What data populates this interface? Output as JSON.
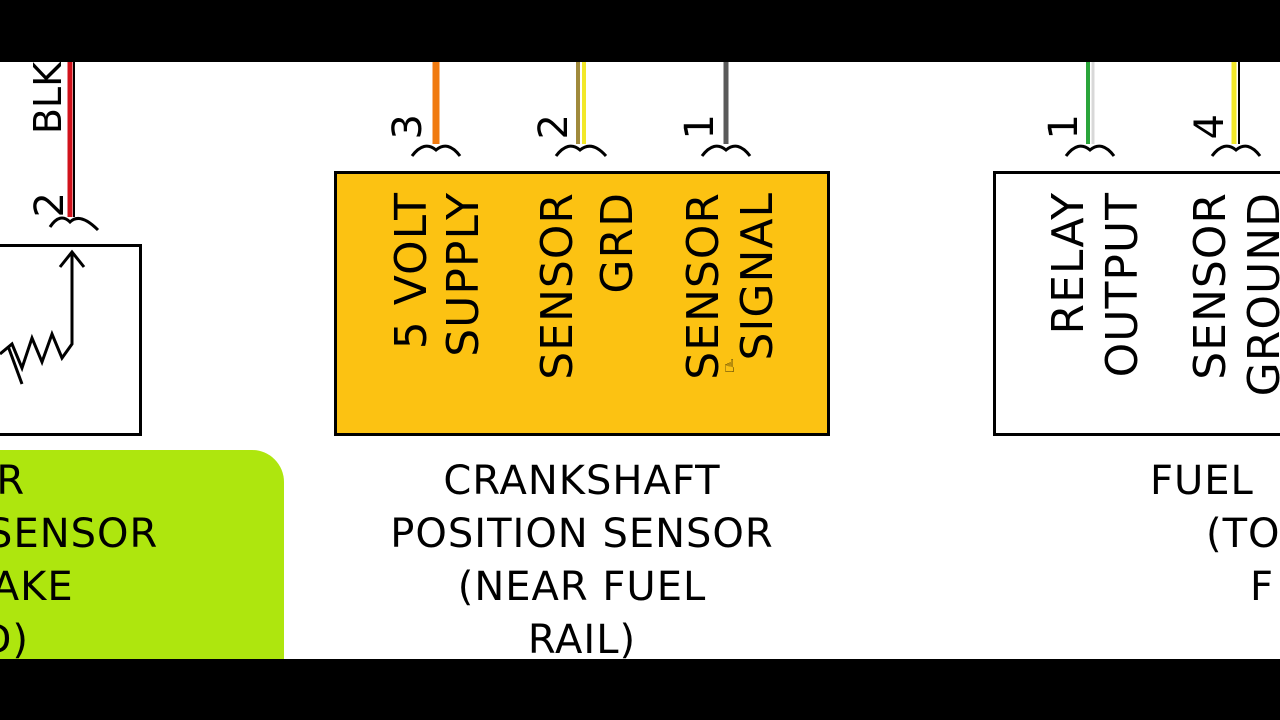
{
  "colors": {
    "frame": "#000000",
    "background": "#ffffff",
    "crank_box_fill": "#fcc212",
    "left_panel_fill": "#aee60e",
    "wire_red": "#d1121b",
    "wire_orange": "#f07a10",
    "wire_tan": "#a08a3c",
    "wire_yellow": "#f2e829",
    "wire_gray": "#5a5a5a",
    "wire_green": "#2aa53a"
  },
  "left_sensor": {
    "wire_label": "BLK",
    "pin": "2",
    "caption_lines": [
      "KE AIR",
      "URE SENSOR",
      "F INTAKE",
      "IFOLD)"
    ]
  },
  "crankshaft_sensor": {
    "pins": [
      {
        "number": "3",
        "label_lines": [
          "5 VOLT",
          "SUPPLY"
        ],
        "wire": "orange"
      },
      {
        "number": "2",
        "label_lines": [
          "SENSOR",
          "GRD"
        ],
        "wire": "tan-yellow"
      },
      {
        "number": "1",
        "label_lines": [
          "SENSOR",
          "SIGNAL"
        ],
        "wire": "gray"
      }
    ],
    "caption_lines": [
      "CRANKSHAFT",
      "POSITION SENSOR",
      "(NEAR FUEL",
      "RAIL)"
    ]
  },
  "fuel_component": {
    "pins": [
      {
        "number": "1",
        "label_lines": [
          "RELAY",
          "OUTPUT"
        ],
        "wire": "green-white"
      },
      {
        "number": "4",
        "label_lines": [
          "SENSOR",
          "GROUND"
        ],
        "wire": "yellow"
      }
    ],
    "caption_lines": [
      "FUEL",
      "(TO",
      "F"
    ]
  }
}
